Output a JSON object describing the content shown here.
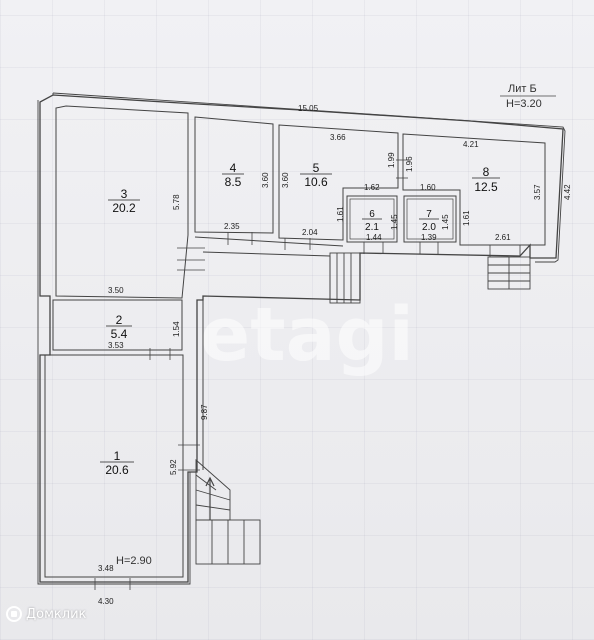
{
  "header": {
    "lit": "Лит Б",
    "height": "H=3.20"
  },
  "watermark": "etagi",
  "logo": "Домклик",
  "footer_height": "H=2.90",
  "rooms": [
    {
      "num": "1",
      "area": "20.6"
    },
    {
      "num": "2",
      "area": "5.4"
    },
    {
      "num": "3",
      "area": "20.2"
    },
    {
      "num": "4",
      "area": "8.5"
    },
    {
      "num": "5",
      "area": "10.6"
    },
    {
      "num": "6",
      "area": "2.1"
    },
    {
      "num": "7",
      "area": "2.0"
    },
    {
      "num": "8",
      "area": "12.5"
    }
  ],
  "dimensions": {
    "top_total": "15.05",
    "room3_width": "3.50",
    "room3_height": "5.78",
    "room2_width": "3.53",
    "room2_height": "1.54",
    "room1_height": "5.92",
    "room1_width": "3.48",
    "bottom_total": "4.30",
    "corridor_length": "9.87",
    "room4_width": "2.35",
    "room4_height": "3.60",
    "room5_top": "3.66",
    "room5_left": "3.60",
    "room5_bottom": "2.04",
    "room5_right": "1.99",
    "room6_top": "1.62",
    "room6_left": "1.61",
    "room6_bottom": "1.44",
    "room6_right": "1.45",
    "room7_top": "1.60",
    "room7_bottom": "1.39",
    "room7_right": "1.45",
    "room8_top": "4.21",
    "room8_left": "1.96",
    "room8_right": "3.57",
    "room8_inner": "1.61",
    "room8_bottom": "2.61",
    "right_total": "4.42"
  }
}
